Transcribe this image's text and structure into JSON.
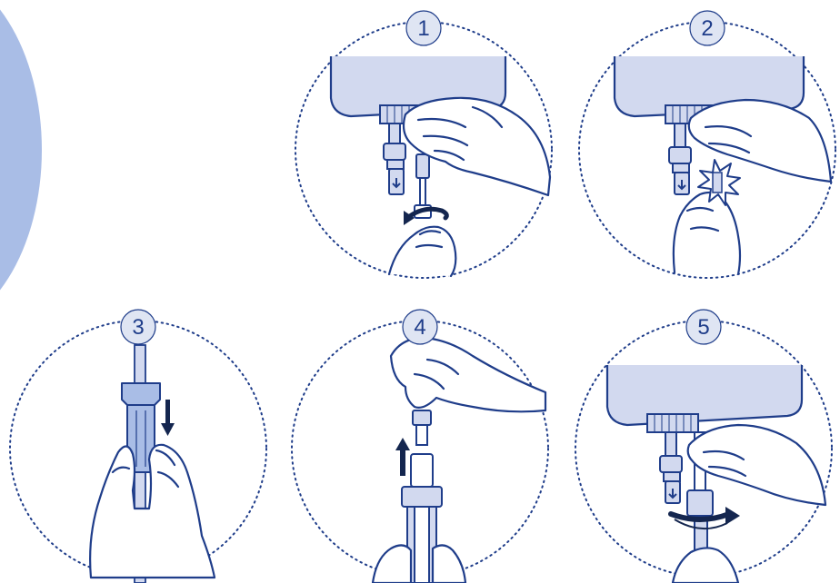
{
  "colors": {
    "ink": "#1f3d8a",
    "bag_fill": "#d2d9ef",
    "side_panel": "#a9bde6",
    "badge_fill": "#dfe5f3",
    "arrow": "#14264f",
    "white": "#ffffff"
  },
  "steps": [
    {
      "number": "1",
      "icons": [
        "iv-bag-icon",
        "hand-icon",
        "twist-cap-icon",
        "rotation-arrow-icon"
      ]
    },
    {
      "number": "2",
      "icons": [
        "iv-bag-icon",
        "hand-icon",
        "snap-break-icon"
      ]
    },
    {
      "number": "3",
      "icons": [
        "hand-icon",
        "clamp-icon",
        "down-arrow-icon"
      ]
    },
    {
      "number": "4",
      "icons": [
        "hand-icon",
        "connector-icon",
        "up-arrow-icon"
      ]
    },
    {
      "number": "5",
      "icons": [
        "iv-bag-icon",
        "hand-icon",
        "rotation-arrow-icon"
      ]
    }
  ]
}
